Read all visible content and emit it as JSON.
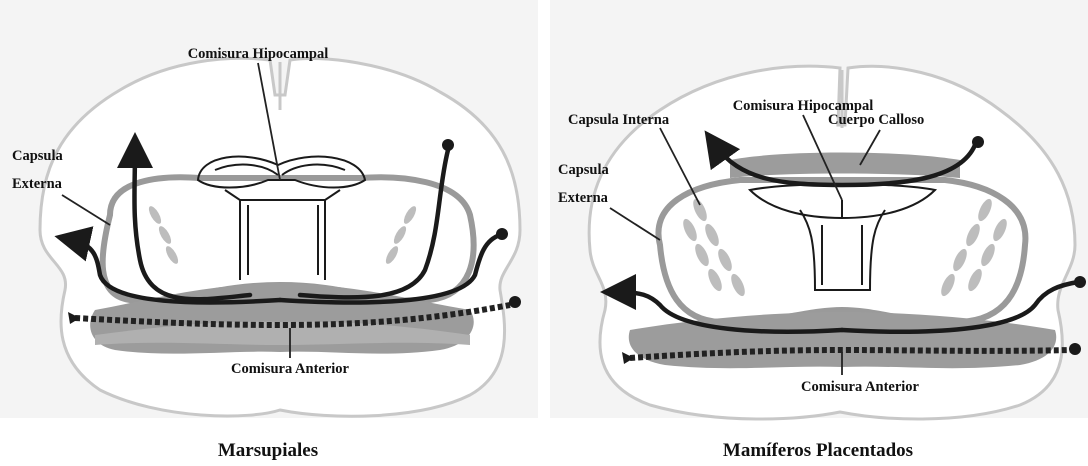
{
  "left_panel": {
    "caption": "Marsupiales",
    "labels": {
      "hippocampal": "Comisura Hipocampal",
      "external_capsule_1": "Capsula",
      "external_capsule_2": "Externa",
      "anterior": "Comisura Anterior"
    }
  },
  "right_panel": {
    "caption": "Mamíferos Placentados",
    "labels": {
      "hippocampal": "Comisura Hipocampal",
      "internal_capsule": "Capsula Interna",
      "corpus_callosum": "Cuerpo Calloso",
      "external_capsule_1": "Capsula",
      "external_capsule_2": "Externa",
      "anterior": "Comisura Anterior"
    }
  }
}
